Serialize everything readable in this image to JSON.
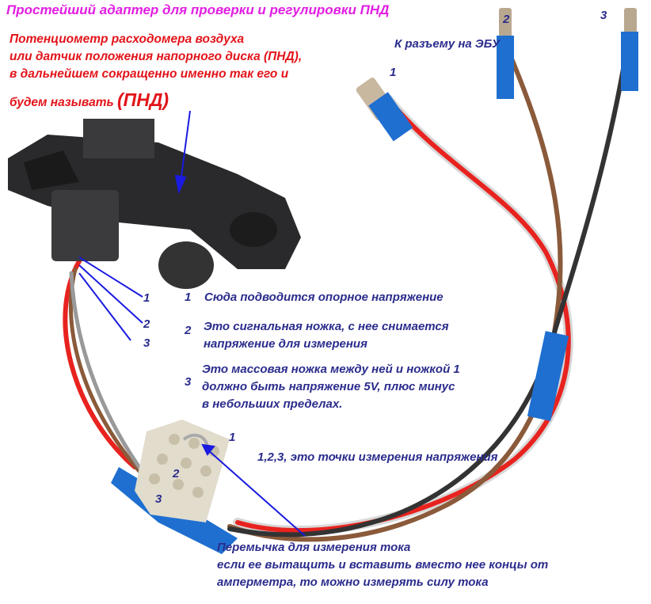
{
  "title": "Простейший адаптер для проверки и регулировки ПНД",
  "sensor_caption": {
    "lines": [
      "Потенциометр расходомера воздуха",
      "или датчик положения напорного диска (ПНД),",
      "в дальнейшем сокращенно именно так его и"
    ],
    "last_prefix": "будем называть",
    "last_emph": "(ПНД)"
  },
  "ecu_label": "К разъему на ЭБУ",
  "plug_labels": [
    "1",
    "2",
    "3"
  ],
  "pin_labels": [
    "1",
    "2",
    "3"
  ],
  "notes": [
    {
      "num": "1",
      "lines": [
        "Сюда подводится опорное напряжение"
      ]
    },
    {
      "num": "2",
      "lines": [
        "Это сигнальная ножка, с нее снимается",
        "напряжение для измерения"
      ]
    },
    {
      "num": "3",
      "lines": [
        "Это массовая ножка между ней и ножкой 1",
        "должно быть напряжение 5V, плюс минус",
        "в небольших пределах."
      ]
    }
  ],
  "connector_labels": [
    "1",
    "2",
    "3"
  ],
  "measure_points": "1,2,3, это точки измерения напряжения",
  "jumper_note": [
    "Перемычка для измерения тока",
    "если ее вытащить и вставить вместо нее концы от",
    "амперметра, то можно измерять  силу тока"
  ],
  "colors": {
    "title": "#e21ee2",
    "caption": "#e2141a",
    "notes": "#2b2c8c",
    "arrow": "#1a1ae0",
    "tape": "#1f6fd0"
  }
}
